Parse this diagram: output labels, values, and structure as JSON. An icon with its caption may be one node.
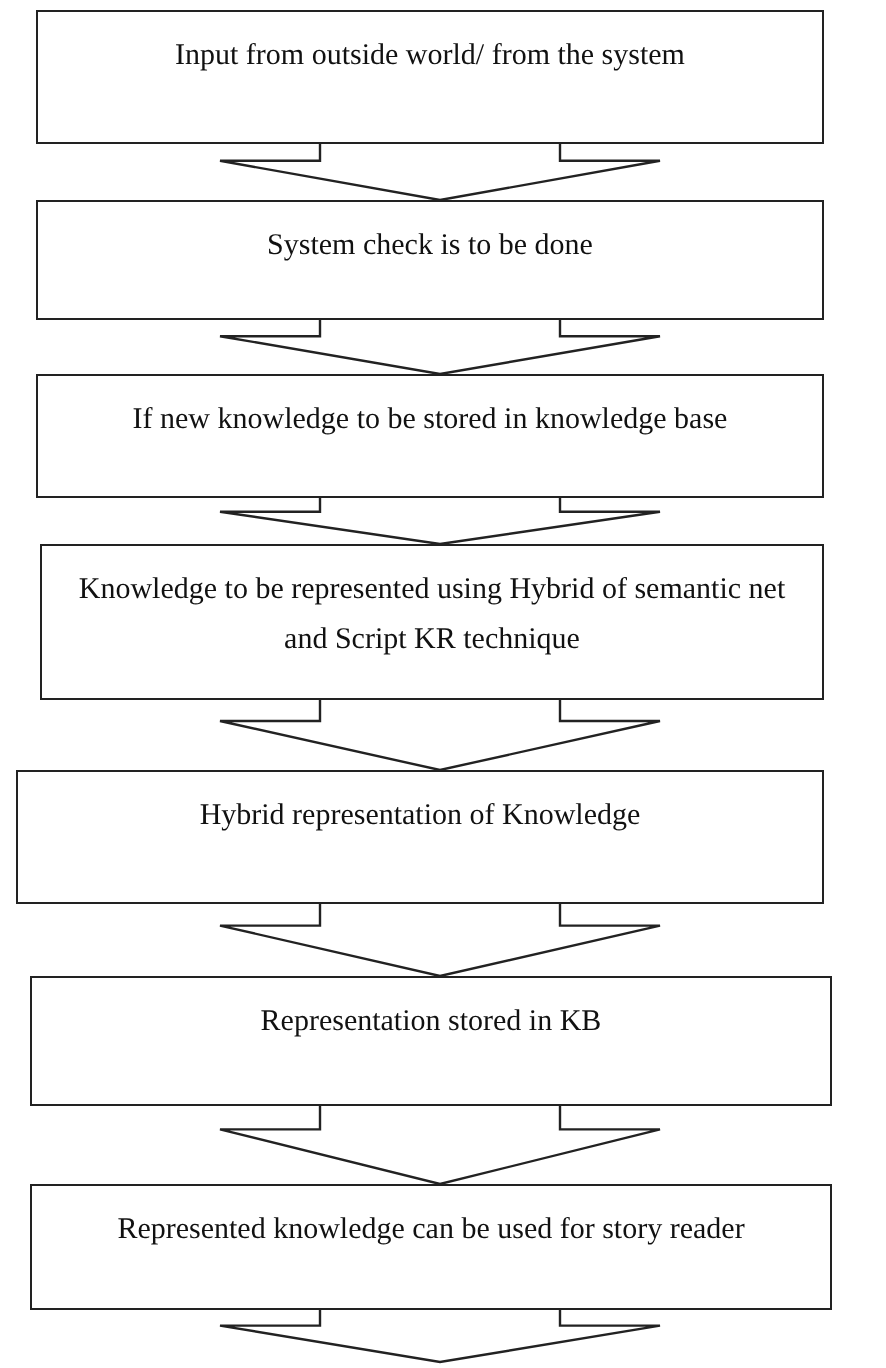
{
  "diagram": {
    "nodes": [
      {
        "text": [
          "Input from outside world/ from the system"
        ]
      },
      {
        "text": [
          "System check is to be done"
        ]
      },
      {
        "text": [
          "If new knowledge to be stored in knowledge base"
        ]
      },
      {
        "text": [
          "Knowledge to be represented using Hybrid of semantic net and Script KR technique"
        ]
      },
      {
        "text": [
          "Hybrid representation of Knowledge"
        ]
      },
      {
        "text": [
          "Representation stored in KB"
        ]
      },
      {
        "text": [
          "Represented knowledge can be used for story reader"
        ]
      }
    ],
    "edges": [
      {
        "from": 0,
        "to": 1,
        "arrow": "to"
      },
      {
        "from": 1,
        "to": 2,
        "arrow": "to"
      },
      {
        "from": 2,
        "to": 3,
        "arrow": "to"
      },
      {
        "from": 3,
        "to": 4,
        "arrow": "to"
      },
      {
        "from": 4,
        "to": 5,
        "arrow": "to"
      },
      {
        "from": 5,
        "to": 6,
        "arrow": "to"
      },
      {
        "from": 6,
        "to": null,
        "arrow": "to"
      }
    ]
  }
}
